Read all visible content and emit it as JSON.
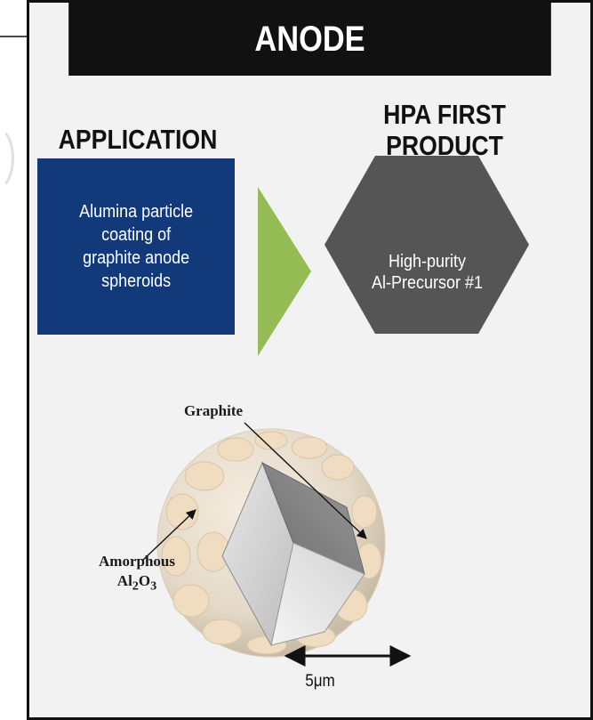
{
  "header": {
    "title": "ANODE"
  },
  "application": {
    "heading": "APPLICATION",
    "box_text": "Alumina particle\ncoating of\ngraphite anode\nspheroids"
  },
  "hpa": {
    "heading": "HPA FIRST\nPRODUCT",
    "box_text": "High-purity\nAl-Precursor #1"
  },
  "particle": {
    "label_graphite": "Graphite",
    "label_amorphous": "Amorphous",
    "label_alumina": "Al",
    "label_alumina_sub2": "2",
    "label_alumina_o": "O",
    "label_alumina_sub3": "3",
    "scale_label": "5μm"
  },
  "colors": {
    "header_bg": "#111111",
    "panel_bg": "#f2f2f2",
    "application_box": "#123a7a",
    "arrow": "#95bb55",
    "hexagon": "#555555"
  }
}
